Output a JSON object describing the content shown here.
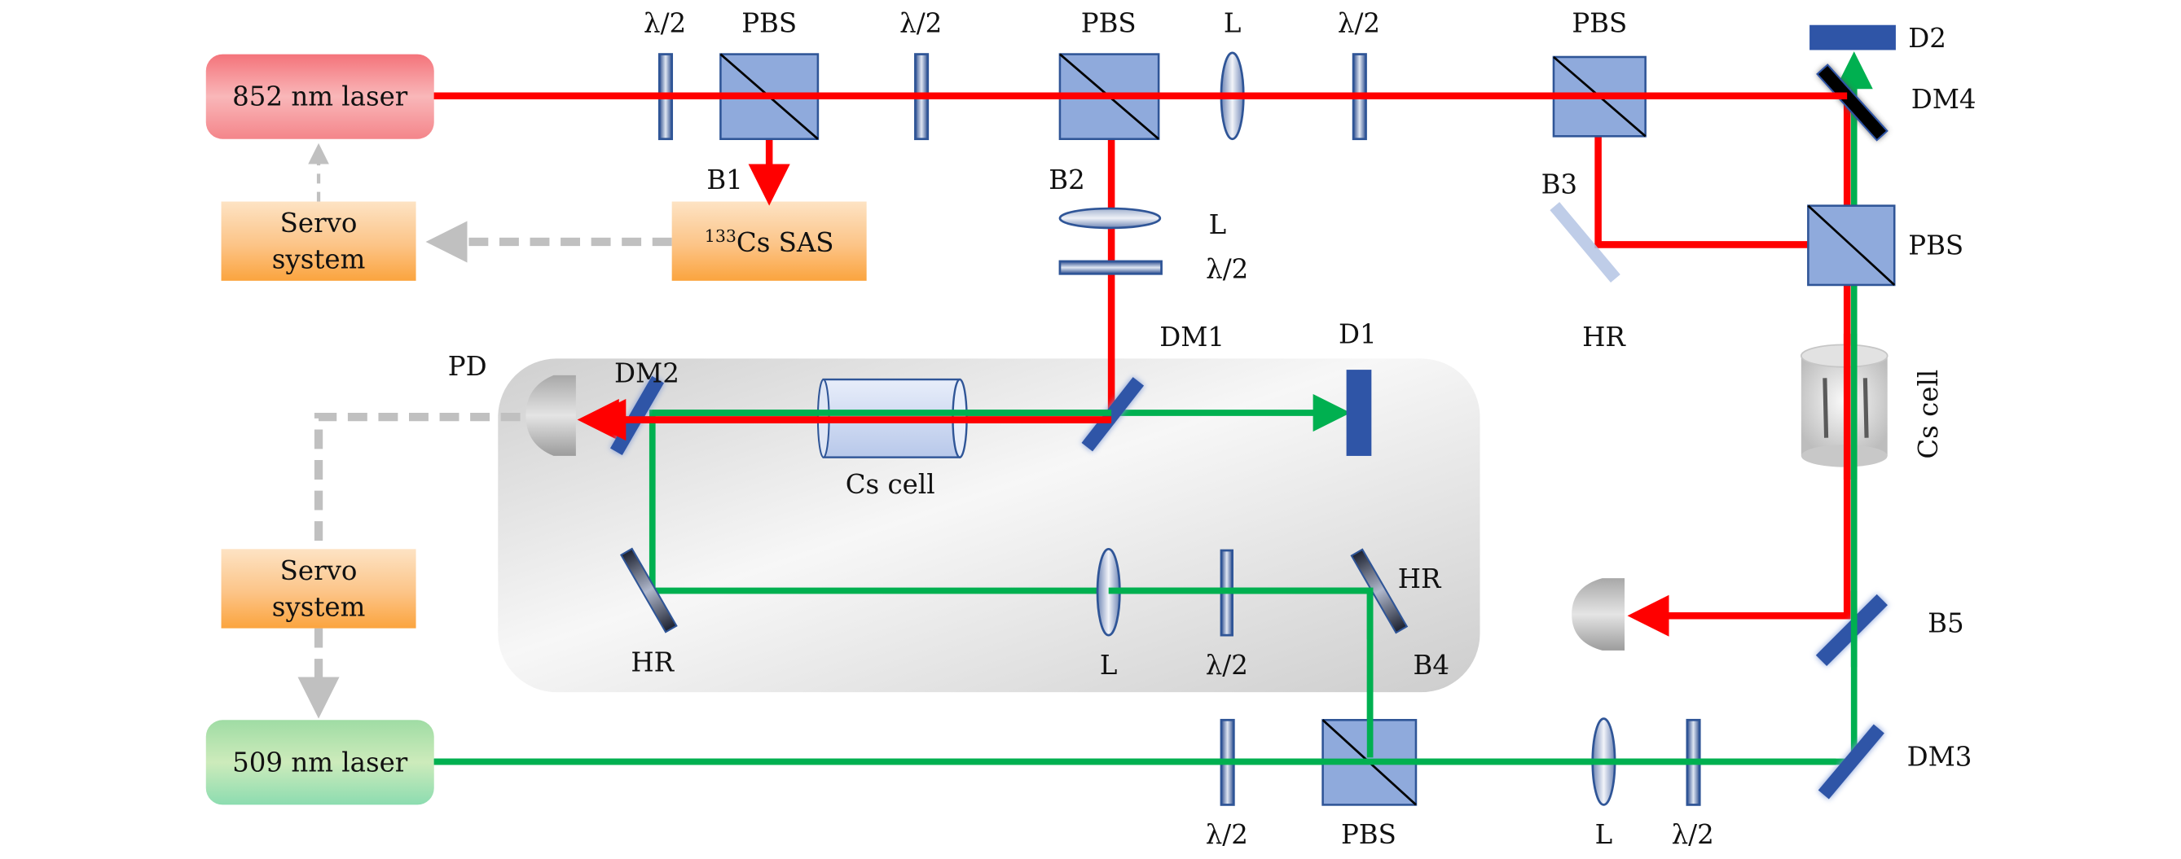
{
  "diagram": {
    "title": "Optical setup: 852 nm / 509 nm two-color Cs spectroscopy with servo locking",
    "colors": {
      "beam_852": "#ff0000",
      "beam_509": "#00b050",
      "optic_blue": "#2f55a7",
      "pbs_fill": "#8faadc",
      "servo_fill": "#ffb347",
      "laser_852_fill": "#f4858a",
      "laser_509_fill": "#a8e0b0",
      "feedback_gray": "#c0c0c0"
    },
    "boxes": {
      "laser_852": "852 nm laser",
      "laser_509": "509 nm laser",
      "servo_top_line1": "Servo",
      "servo_top_line2": "system",
      "servo_bottom_line1": "Servo",
      "servo_bottom_line2": "system",
      "sas_superscript": "133",
      "sas_label": "Cs SAS"
    },
    "labels": {
      "top_hwp1": "λ/2",
      "top_pbs1": "PBS",
      "top_hwp2": "λ/2",
      "top_pbs2": "PBS",
      "top_lens": "L",
      "top_hwp3": "λ/2",
      "top_pbs3": "PBS",
      "d2": "D2",
      "dm4": "DM4",
      "b1": "B1",
      "b2": "B2",
      "b3": "B3",
      "b2_lens": "L",
      "b2_hwp": "λ/2",
      "right_pbs": "PBS",
      "hr_top": "HR",
      "dm1": "DM1",
      "d1": "D1",
      "pd": "PD",
      "dm2": "DM2",
      "cs_cell_center": "Cs cell",
      "cs_cell_right": "Cs cell",
      "hr_left": "HR",
      "inner_lens": "L",
      "inner_hwp": "λ/2",
      "hr_right": "HR",
      "b4": "B4",
      "b5": "B5",
      "dm3": "DM3",
      "bottom_hwp1": "λ/2",
      "bottom_pbs": "PBS",
      "bottom_lens": "L",
      "bottom_hwp2": "λ/2"
    },
    "icons": {
      "half_wave_plate": "half-wave-plate-icon",
      "pbs": "polarizing-beam-splitter-icon",
      "lens": "lens-icon",
      "mirror": "mirror-icon",
      "photodetector": "photodetector-icon",
      "vapor_cell": "vapor-cell-icon",
      "beam_dump": "beam-dump-icon"
    }
  }
}
